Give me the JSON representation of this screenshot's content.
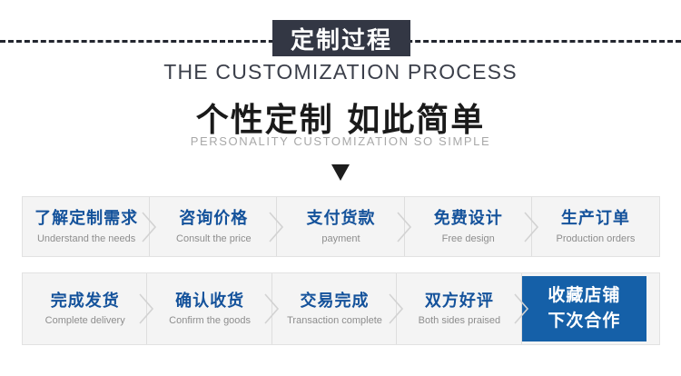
{
  "header": {
    "badge_title": "定制过程",
    "subtitle_en": "THE CUSTOMIZATION PROCESS",
    "headline_cn": "个性定制 如此简单",
    "headline_en": "PERSONALITY CUSTOMIZATION SO SIMPLE",
    "badge_bg": "#333744",
    "badge_color": "#ffffff",
    "rule_color": "#23262f"
  },
  "arrow": {
    "icon": "triangle-down-icon",
    "color": "#1d1d1d"
  },
  "colors": {
    "accent_blue": "#14529b",
    "cta_blue": "#1560a8",
    "cell_bg": "#f4f4f4",
    "cell_border": "#e2e2e2",
    "sub_text": "#8d8d8d"
  },
  "rows": [
    {
      "name": "process-row-1",
      "steps": [
        {
          "cn": "了解定制需求",
          "en": "Understand the needs",
          "cta": false
        },
        {
          "cn": "咨询价格",
          "en": "Consult the price",
          "cta": false
        },
        {
          "cn": "支付货款",
          "en": "payment",
          "cta": false
        },
        {
          "cn": "免费设计",
          "en": "Free design",
          "cta": false
        },
        {
          "cn": "生产订单",
          "en": "Production orders",
          "cta": false
        }
      ]
    },
    {
      "name": "process-row-2",
      "steps": [
        {
          "cn": "完成发货",
          "en": "Complete delivery",
          "cta": false
        },
        {
          "cn": "确认收货",
          "en": "Confirm the goods",
          "cta": false
        },
        {
          "cn": "交易完成",
          "en": "Transaction complete",
          "cta": false
        },
        {
          "cn": "双方好评",
          "en": "Both sides praised",
          "cta": false
        },
        {
          "cn": "收藏店铺\n下次合作",
          "cn_line1": "收藏店铺",
          "cn_line2": "下次合作",
          "en": "",
          "cta": true
        }
      ]
    }
  ]
}
